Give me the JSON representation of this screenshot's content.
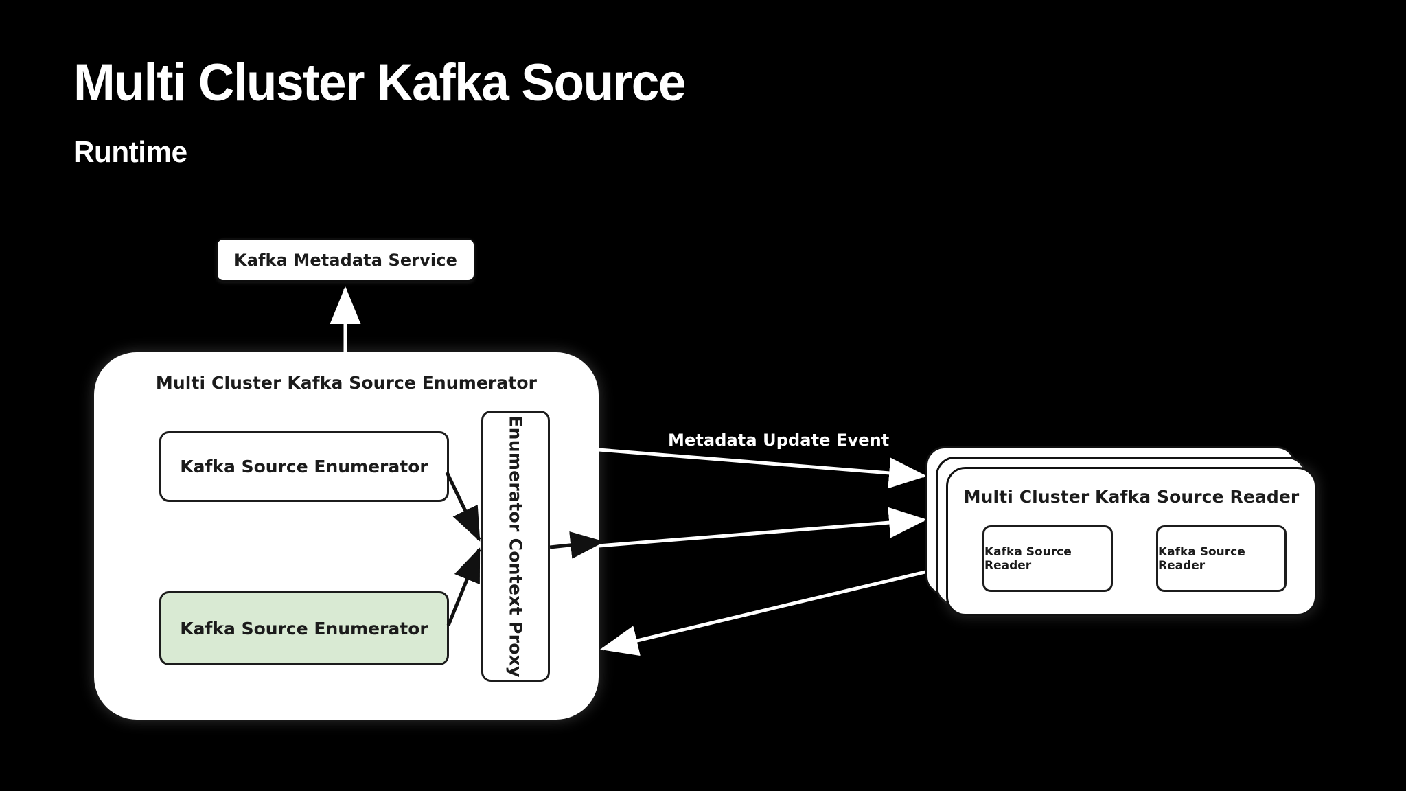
{
  "header": {
    "title": "Multi Cluster Kafka Source",
    "subtitle": "Runtime"
  },
  "colors": {
    "background": "#000000",
    "node_fill": "#ffffff",
    "node_stroke": "#1c1c1c",
    "text": "#1b1b1b",
    "highlight_fill": "#d9ead3",
    "white_arrow": "#ffffff",
    "black_arrow": "#111111"
  },
  "nodes": {
    "kafka_metadata_service": {
      "label": "Kafka Metadata Service"
    },
    "enumerator_container": {
      "label": "Multi Cluster Kafka Source Enumerator"
    },
    "kafka_source_enumerator_a": {
      "label": "Kafka Source Enumerator"
    },
    "kafka_source_enumerator_b": {
      "label": "Kafka Source Enumerator"
    },
    "enumerator_context_proxy": {
      "label": "Enumerator Context Proxy"
    },
    "reader_container": {
      "label": "Multi Cluster Kafka Source Reader"
    },
    "kafka_source_reader_a": {
      "label": "Kafka Source Reader"
    },
    "kafka_source_reader_b": {
      "label": "Kafka Source Reader"
    }
  },
  "edges": [
    {
      "name": "enumerator-to-metadata-service",
      "label": "",
      "direction": "up",
      "color": "#ffffff"
    },
    {
      "name": "enumerator-a-to-proxy",
      "label": "",
      "direction": "right",
      "color": "#111111"
    },
    {
      "name": "enumerator-b-to-proxy",
      "label": "",
      "direction": "right",
      "color": "#111111"
    },
    {
      "name": "proxy-to-container-edge",
      "label": "",
      "direction": "right",
      "color": "#111111"
    },
    {
      "name": "container-to-reader-top",
      "label": "Metadata Update Event",
      "direction": "right",
      "color": "#ffffff"
    },
    {
      "name": "container-to-reader-middle",
      "label": "",
      "direction": "right",
      "color": "#ffffff"
    },
    {
      "name": "reader-to-container",
      "label": "",
      "direction": "left",
      "color": "#ffffff"
    }
  ]
}
